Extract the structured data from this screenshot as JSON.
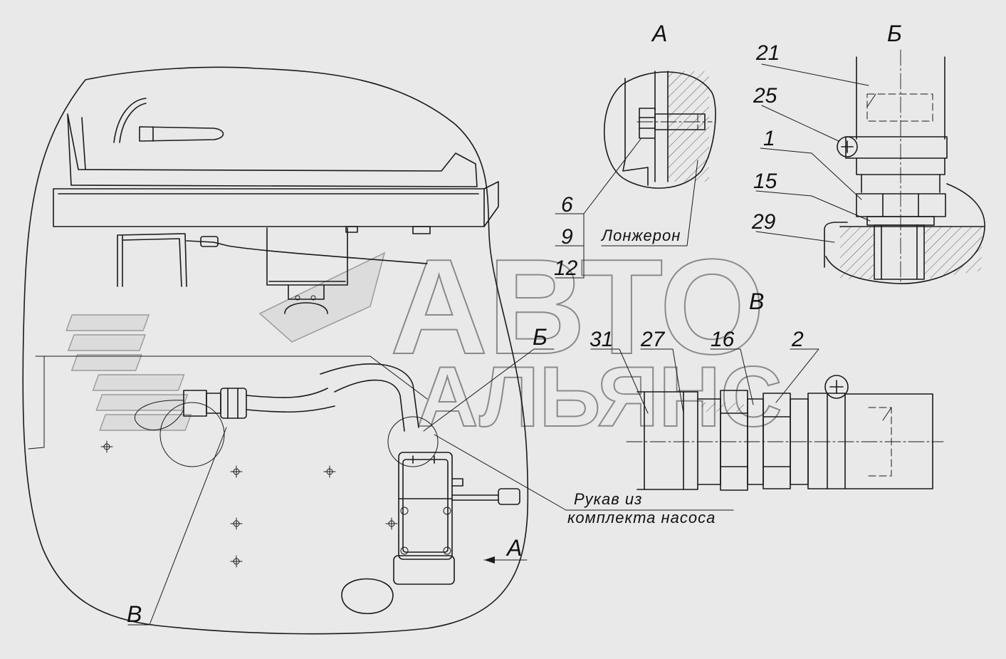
{
  "views": {
    "detail_a": "А",
    "detail_b": "Б",
    "detail_v": "В",
    "main_b": "Б",
    "main_v": "В",
    "arrow_a": "А"
  },
  "callouts": {
    "c6": "6",
    "c9": "9",
    "c12": "12",
    "c21": "21",
    "c25": "25",
    "c1": "1",
    "c15": "15",
    "c29": "29",
    "c31": "31",
    "c27": "27",
    "c16": "16",
    "c2": "2"
  },
  "notes": {
    "spar": "Лонжерон",
    "hose_line1": "Рукав из",
    "hose_line2": "комплекта насоса"
  },
  "watermark": {
    "line1": "АВТО",
    "line2": "АЛЬЯНС"
  },
  "colors": {
    "background": "#e9e9e9",
    "ink": "#1a1a1a",
    "watermark": "#8a8a8a"
  }
}
